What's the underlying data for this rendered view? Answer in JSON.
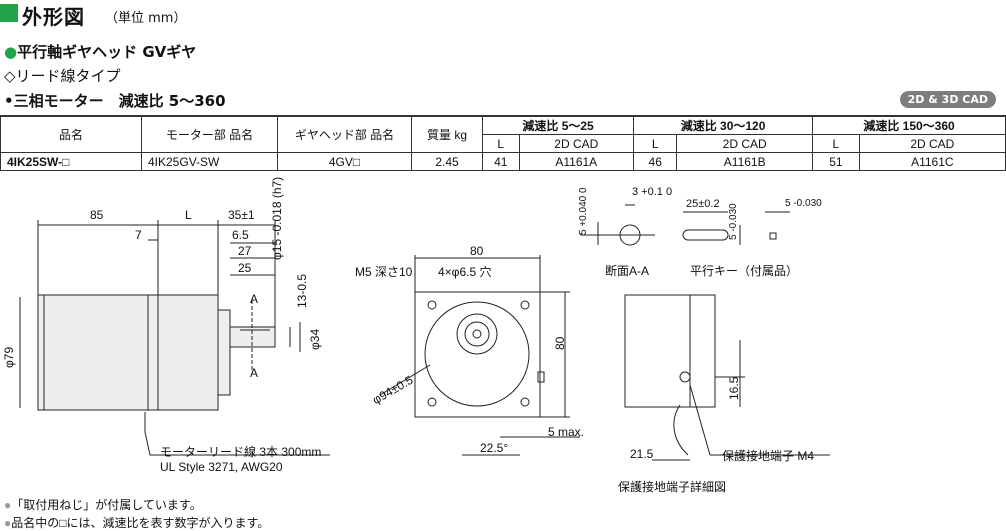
{
  "header": {
    "title": "外形図",
    "unit": "（単位 mm）"
  },
  "subtitle1": "平行軸ギヤヘッド GVギヤ",
  "subtitle2": "◇リード線タイプ",
  "subtitle3": "•三相モーター　減速比 5～360",
  "badge": "2D & 3D CAD",
  "table": {
    "h_model": "品名",
    "h_motor": "モーター部 品名",
    "h_gear": "ギヤヘッド部 品名",
    "h_mass": "質量 kg",
    "h_r1": "減速比 5～25",
    "h_r2": "減速比 30～120",
    "h_r3": "減速比 150～360",
    "h_L": "L",
    "h_cad": "2D CAD",
    "row": {
      "model": "4IK25SW-□",
      "motor": "4IK25GV-SW",
      "gear": "4GV□",
      "mass": "2.45",
      "L1": "41",
      "cad1": "A1161A",
      "L2": "46",
      "cad2": "A1161B",
      "L3": "51",
      "cad3": "A1161C"
    }
  },
  "dims": {
    "d85": "85",
    "dL": "L",
    "d35": "35±1",
    "d7": "7",
    "d65": "6.5",
    "d27": "27",
    "d25": "25",
    "dphi15": "φ15 -0.018 (h7)",
    "d13": "13-0.5",
    "dphi34": "φ34",
    "dphi79": "φ79",
    "dA": "A",
    "lead": "モーターリード線 3本 300mm",
    "ul": "UL Style 3271, AWG20",
    "m5": "M5 深さ10",
    "d80a": "80",
    "holes": "4×φ6.5 穴",
    "d80b": "80",
    "phi94": "φ94±0.5",
    "ang": "22.5°",
    "max5": "5 max.",
    "secA": "断面A-A",
    "key": "平行キー（付属品）",
    "d5a": "5 +0.040 0",
    "d3": "3 +0.1 0",
    "d25k": "25±0.2",
    "d5b": "5 -0.030",
    "d5c": "5 -0.030",
    "d165": "16.5",
    "d215": "21.5",
    "ground": "保護接地端子 M4",
    "detail": "保護接地端子詳細図"
  },
  "notes": [
    "「取付用ねじ」が付属しています。",
    "品名中の□には、減速比を表す数字が入ります。"
  ],
  "colors": {
    "accent": "#22a34a",
    "badge": "#7d7d7d",
    "body_fill": "#eeeeee"
  }
}
